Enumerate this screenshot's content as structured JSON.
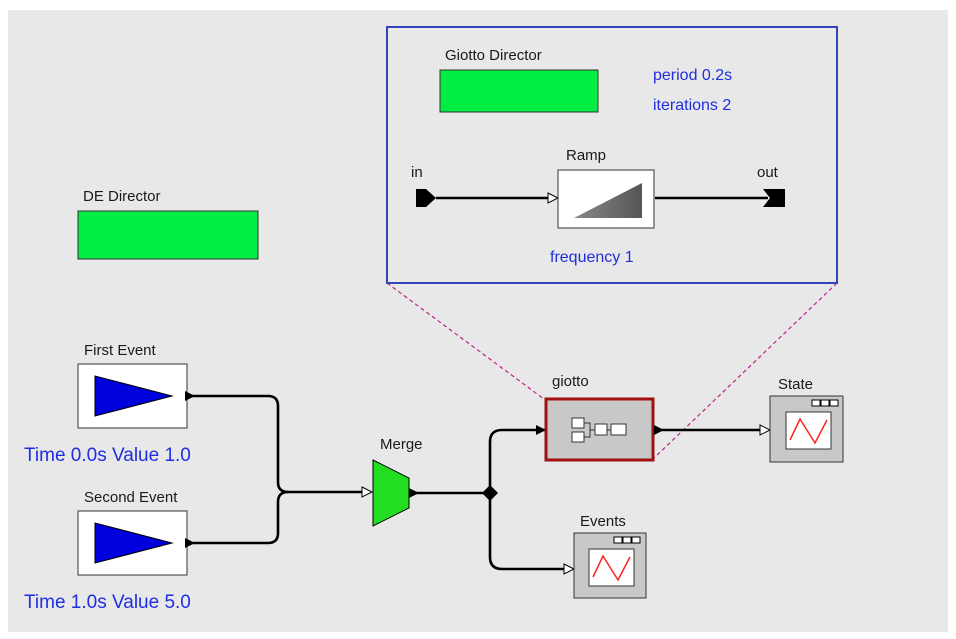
{
  "directors": {
    "de": {
      "label": "DE Director",
      "color": "#00ee44"
    },
    "giotto": {
      "label": "Giotto Director",
      "color": "#00ee44",
      "params": [
        "period 0.2s",
        "iterations 2"
      ]
    }
  },
  "actors": {
    "first_event": {
      "label": "First Event",
      "param": "Time 0.0s Value 1.0"
    },
    "second_event": {
      "label": "Second Event",
      "param": "Time 1.0s Value 5.0"
    },
    "merge": {
      "label": "Merge"
    },
    "giotto": {
      "label": "giotto"
    },
    "state": {
      "label": "State"
    },
    "events": {
      "label": "Events"
    },
    "ramp": {
      "label": "Ramp",
      "param": "frequency 1"
    }
  },
  "ports": {
    "in": "in",
    "out": "out"
  },
  "colors": {
    "background": "#e8e8e8",
    "param_text": "#1f2ee0",
    "director_fill": "#00ee44",
    "inset_border": "#3344bb",
    "composite_border": "#a01010",
    "callout_lines": "#c0208a",
    "source_triangle": "#0000dd"
  },
  "icons": [
    "ramp-icon",
    "scope-icon",
    "composite-icon",
    "source-triangle-icon",
    "merge-icon"
  ]
}
